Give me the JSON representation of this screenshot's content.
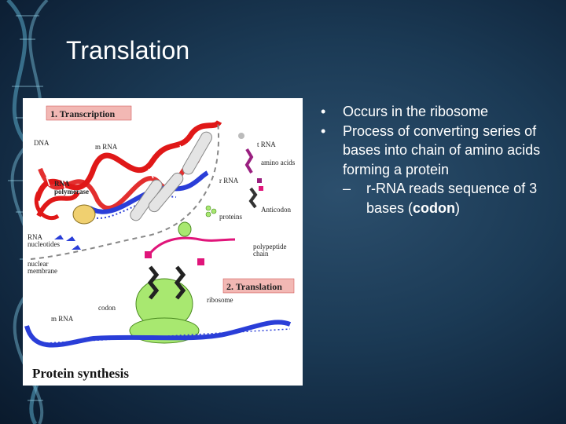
{
  "slide": {
    "title": "Translation",
    "colors": {
      "background": "#1b3a55",
      "text": "#ffffff",
      "dna_accent": "#5aa9c9"
    }
  },
  "bullets": [
    {
      "mark": "•",
      "text": "Occurs in the ribosome"
    },
    {
      "mark": "•",
      "text": "Process of converting series of bases into chain of amino acids forming a protein"
    }
  ],
  "sub_bullet": {
    "mark": "–",
    "text_before": "r-RNA reads sequence of 3 bases (",
    "text_bold": "codon",
    "text_after": ")"
  },
  "figure": {
    "heading_transcription": "1. Transcription",
    "heading_translation": "2. Translation",
    "caption": "Protein synthesis",
    "labels": {
      "dna": "DNA",
      "mrna_top": "m RNA",
      "rna_polymerase_1": "RNA",
      "rna_polymerase_2": "polymerase",
      "rna_nucleotides_1": "RNA",
      "rna_nucleotides_2": "nucleotides",
      "nuclear_membrane_1": "nuclear",
      "nuclear_membrane_2": "membrane",
      "trna": "t RNA",
      "amino_acids": "amino acids",
      "rrna": "r RNA",
      "anticodon": "Anticodon",
      "proteins": "proteins",
      "polypeptide_1": "polypeptide",
      "polypeptide_2": "chain",
      "ribosome": "ribosome",
      "codon": "codon",
      "mrna_bottom": "m RNA"
    },
    "colors": {
      "dna_red": "#e01818",
      "mrna_blue": "#2a3ed8",
      "ribosome_green": "#a8e870",
      "trna_purple": "#9a2080",
      "amino_magenta": "#e0157a",
      "heading_bg": "#f2b8b4"
    }
  }
}
